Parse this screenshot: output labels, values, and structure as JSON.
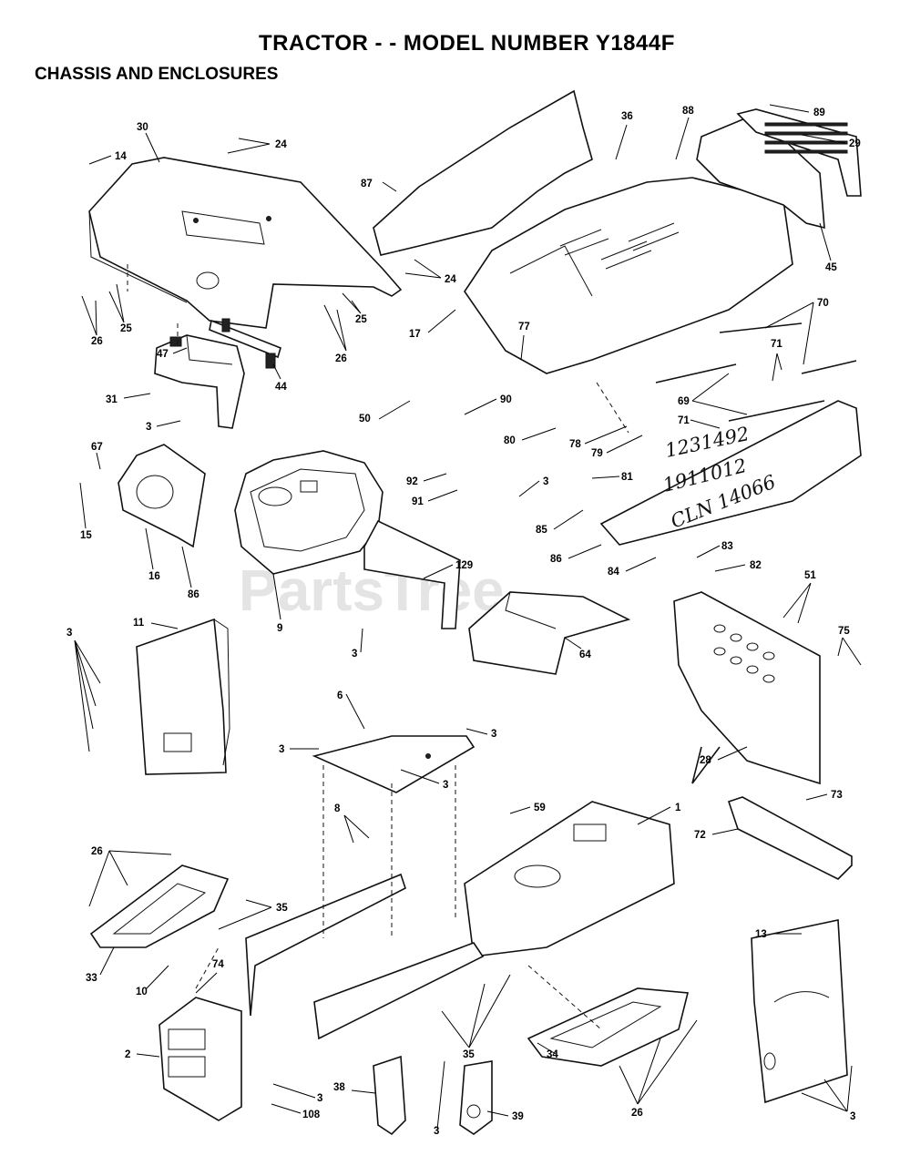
{
  "title": "TRACTOR - - MODEL NUMBER  Y1844F",
  "section_title": "CHASSIS AND ENCLOSURES",
  "watermark": "PartsTree",
  "handwritten_notes": [
    "1231492",
    "1911012",
    "CLN 14066"
  ],
  "callouts": [
    "1",
    "2",
    "3",
    "6",
    "8",
    "9",
    "10",
    "11",
    "13",
    "14",
    "15",
    "16",
    "17",
    "24",
    "25",
    "26",
    "28",
    "29",
    "30",
    "31",
    "33",
    "34",
    "35",
    "36",
    "38",
    "39",
    "44",
    "45",
    "47",
    "50",
    "51",
    "59",
    "64",
    "67",
    "69",
    "70",
    "71",
    "72",
    "73",
    "74",
    "75",
    "77",
    "78",
    "79",
    "80",
    "81",
    "82",
    "83",
    "84",
    "85",
    "86",
    "87",
    "88",
    "89",
    "90",
    "91",
    "92",
    "108",
    "129"
  ]
}
